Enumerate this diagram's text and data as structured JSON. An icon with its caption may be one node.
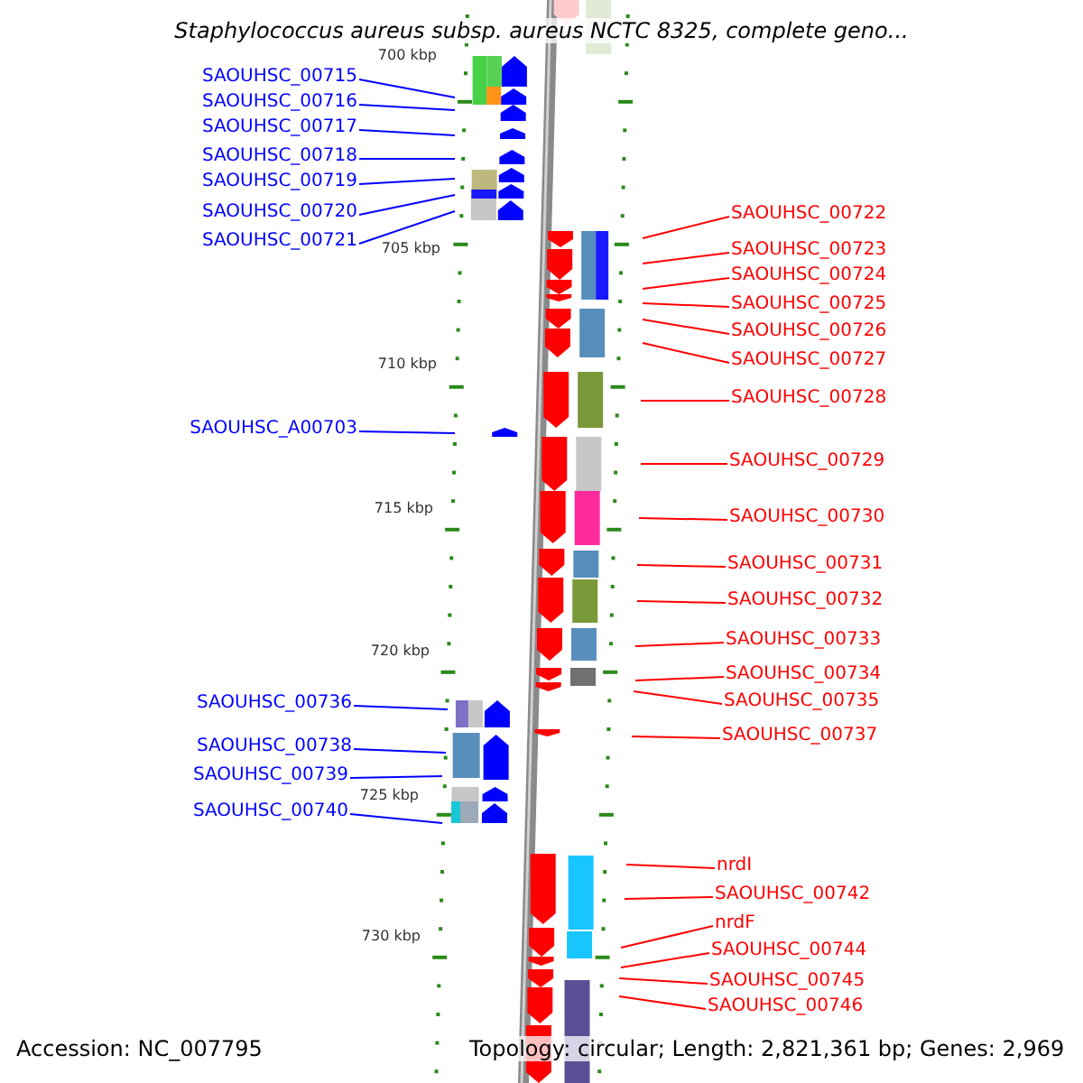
{
  "diagram": {
    "title": "Staphylococcus aureus subsp. aureus NCTC 8325, complete geno...",
    "nodes": [
      {
        "text": [
          "SAOUHSC_00715"
        ]
      },
      {
        "text": [
          "SAOUHSC_00716"
        ]
      },
      {
        "text": [
          "SAOUHSC_00717"
        ]
      },
      {
        "text": [
          "SAOUHSC_00718"
        ]
      },
      {
        "text": [
          "SAOUHSC_00719"
        ]
      },
      {
        "text": [
          "SAOUHSC_00720"
        ]
      },
      {
        "text": [
          "SAOUHSC_00721"
        ]
      },
      {
        "text": [
          "SAOUHSC_A00703"
        ]
      },
      {
        "text": [
          "SAOUHSC_00736"
        ]
      },
      {
        "text": [
          "SAOUHSC_00738"
        ]
      },
      {
        "text": [
          "SAOUHSC_00739"
        ]
      },
      {
        "text": [
          "SAOUHSC_00740"
        ]
      },
      {
        "text": [
          "SAOUHSC_00722"
        ]
      },
      {
        "text": [
          "SAOUHSC_00723"
        ]
      },
      {
        "text": [
          "SAOUHSC_00724"
        ]
      },
      {
        "text": [
          "SAOUHSC_00725"
        ]
      },
      {
        "text": [
          "SAOUHSC_00726"
        ]
      },
      {
        "text": [
          "SAOUHSC_00727"
        ]
      },
      {
        "text": [
          "SAOUHSC_00728"
        ]
      },
      {
        "text": [
          "SAOUHSC_00729"
        ]
      },
      {
        "text": [
          "SAOUHSC_00730"
        ]
      },
      {
        "text": [
          "SAOUHSC_00731"
        ]
      },
      {
        "text": [
          "SAOUHSC_00732"
        ]
      },
      {
        "text": [
          "SAOUHSC_00733"
        ]
      },
      {
        "text": [
          "SAOUHSC_00734"
        ]
      },
      {
        "text": [
          "SAOUHSC_00735"
        ]
      },
      {
        "text": [
          "SAOUHSC_00737"
        ]
      },
      {
        "text": [
          "nrdI"
        ]
      },
      {
        "text": [
          "SAOUHSC_00742"
        ]
      },
      {
        "text": [
          "nrdF"
        ]
      },
      {
        "text": [
          "SAOUHSC_00744"
        ]
      },
      {
        "text": [
          "SAOUHSC_00745"
        ]
      },
      {
        "text": [
          "SAOUHSC_00746"
        ]
      }
    ],
    "edges": [
      {
        "from": 0,
        "to": null,
        "arrow": "none",
        "color": "#0000ff"
      },
      {
        "from": 1,
        "to": null,
        "arrow": "none",
        "color": "#0000ff"
      },
      {
        "from": 2,
        "to": null,
        "arrow": "none",
        "color": "#0000ff"
      },
      {
        "from": 3,
        "to": null,
        "arrow": "none",
        "color": "#0000ff"
      },
      {
        "from": 4,
        "to": null,
        "arrow": "none",
        "color": "#0000ff"
      },
      {
        "from": 5,
        "to": null,
        "arrow": "none",
        "color": "#0000ff"
      },
      {
        "from": 6,
        "to": null,
        "arrow": "none",
        "color": "#0000ff"
      },
      {
        "from": 7,
        "to": null,
        "arrow": "none",
        "color": "#0000ff"
      },
      {
        "from": 8,
        "to": null,
        "arrow": "none",
        "color": "#0000ff"
      },
      {
        "from": 9,
        "to": null,
        "arrow": "none",
        "color": "#0000ff"
      },
      {
        "from": 10,
        "to": null,
        "arrow": "none",
        "color": "#0000ff"
      },
      {
        "from": 11,
        "to": null,
        "arrow": "none",
        "color": "#0000ff"
      },
      {
        "from": 12,
        "to": null,
        "arrow": "none"
      },
      {
        "from": 13,
        "to": null,
        "arrow": "none"
      },
      {
        "from": 14,
        "to": null,
        "arrow": "none"
      },
      {
        "from": 15,
        "to": null,
        "arrow": "none"
      },
      {
        "from": 16,
        "to": null,
        "arrow": "none"
      },
      {
        "from": 17,
        "to": null,
        "arrow": "none"
      },
      {
        "from": 18,
        "to": null,
        "arrow": "none"
      },
      {
        "from": 19,
        "to": null,
        "arrow": "none"
      },
      {
        "from": 20,
        "to": null,
        "arrow": "none"
      },
      {
        "from": 21,
        "to": null,
        "arrow": "none"
      },
      {
        "from": 22,
        "to": null,
        "arrow": "none"
      },
      {
        "from": 23,
        "to": null,
        "arrow": "none"
      },
      {
        "from": 24,
        "to": null,
        "arrow": "none"
      },
      {
        "from": 25,
        "to": null,
        "arrow": "none"
      },
      {
        "from": 26,
        "to": null,
        "arrow": "none"
      },
      {
        "from": 27,
        "to": null,
        "arrow": "none"
      },
      {
        "from": 28,
        "to": null,
        "arrow": "none"
      },
      {
        "from": 29,
        "to": null,
        "arrow": "none"
      },
      {
        "from": 30,
        "to": null,
        "arrow": "none"
      },
      {
        "from": 31,
        "to": null,
        "arrow": "none"
      },
      {
        "from": 32,
        "to": null,
        "arrow": "none"
      }
    ],
    "labels": [
      "700 kbp",
      "705 kbp",
      "710 kbp",
      "715 kbp",
      "720 kbp",
      "725 kbp",
      "730 kbp",
      "Accession: NC_007795",
      "Topology: circular; Length: 2,821,361 bp; Genes: 2,969"
    ]
  }
}
